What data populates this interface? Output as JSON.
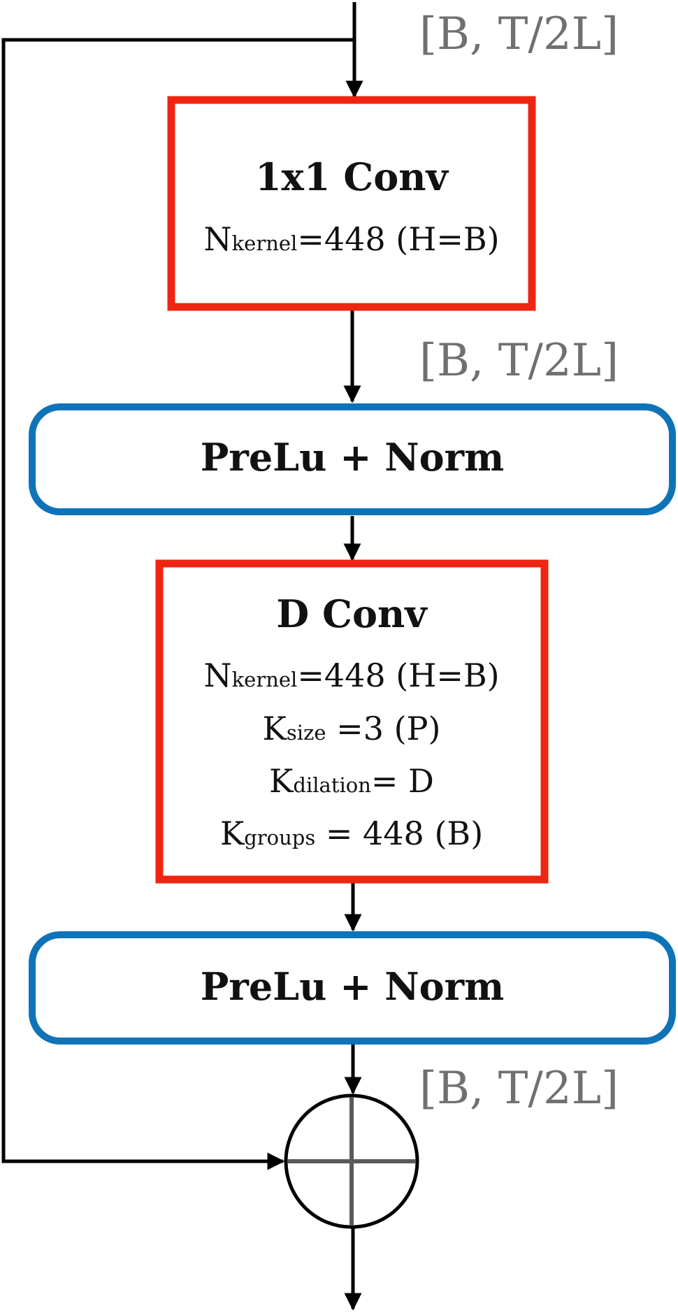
{
  "dim_labels": {
    "top": "[B, T/2L]",
    "middle": "[B, T/2L]",
    "bottom": "[B, T/2L]"
  },
  "conv1x1": {
    "title": "1x1 Conv",
    "kernel": {
      "base": "N",
      "sub": "kernel",
      "value": "=448 (H=B)"
    }
  },
  "prelu_norm_1": {
    "label": "PreLu + Norm"
  },
  "dconv": {
    "title": "D Conv",
    "rows": [
      {
        "base": "N",
        "sub": "kernel",
        "value": "=448 (H=B)"
      },
      {
        "base": "K",
        "sub": "size",
        "value": " =3 (P)"
      },
      {
        "base": "K",
        "sub": "dilation",
        "value": "= D"
      },
      {
        "base": "K",
        "sub": "groups",
        "value": " = 448 (B)"
      }
    ]
  },
  "prelu_norm_2": {
    "label": "PreLu + Norm"
  },
  "colors": {
    "conv_border": "#ee2512",
    "norm_border": "#0f73b9",
    "dim_text": "#707070",
    "wire": "#000000"
  },
  "icons": {
    "sum_node": "circled-plus-icon",
    "arrowhead": "arrowhead-down-icon"
  }
}
